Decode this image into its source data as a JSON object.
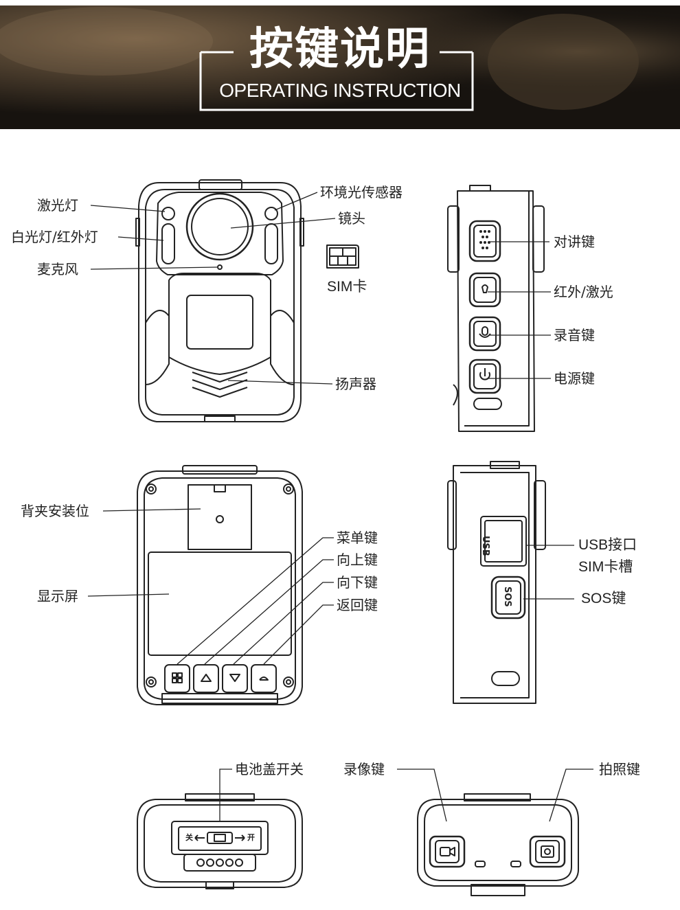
{
  "header": {
    "title_cn": "按键说明",
    "title_en": "OPERATING INSTRUCTION"
  },
  "front_view": {
    "laser_light": "激光灯",
    "white_ir_light": "白光灯/红外灯",
    "microphone": "麦克风",
    "ambient_sensor": "环境光传感器",
    "lens": "镜头",
    "sim_card": "SIM卡",
    "speaker": "扬声器"
  },
  "side_view_right": {
    "intercom_key": "对讲键",
    "ir_laser_key": "红外/激光",
    "record_audio_key": "录音键",
    "power_key": "电源键"
  },
  "back_view": {
    "back_clip": "背夹安装位",
    "display": "显示屏",
    "menu_key": "菜单键",
    "up_key": "向上键",
    "down_key": "向下键",
    "return_key": "返回键"
  },
  "side_view_left": {
    "usb_port": "USB接口",
    "sim_slot": "SIM卡槽",
    "sos_key": "SOS键",
    "usb_text": "USB",
    "sos_text": "SOS"
  },
  "bottom_view": {
    "battery_switch": "电池盖开关",
    "close_mark": "关",
    "open_mark": "开"
  },
  "top_view": {
    "video_key": "录像键",
    "photo_key": "拍照键"
  },
  "colors": {
    "banner_dark": "#1c1712",
    "banner_mid": "#5a4a36",
    "line": "#222222"
  }
}
